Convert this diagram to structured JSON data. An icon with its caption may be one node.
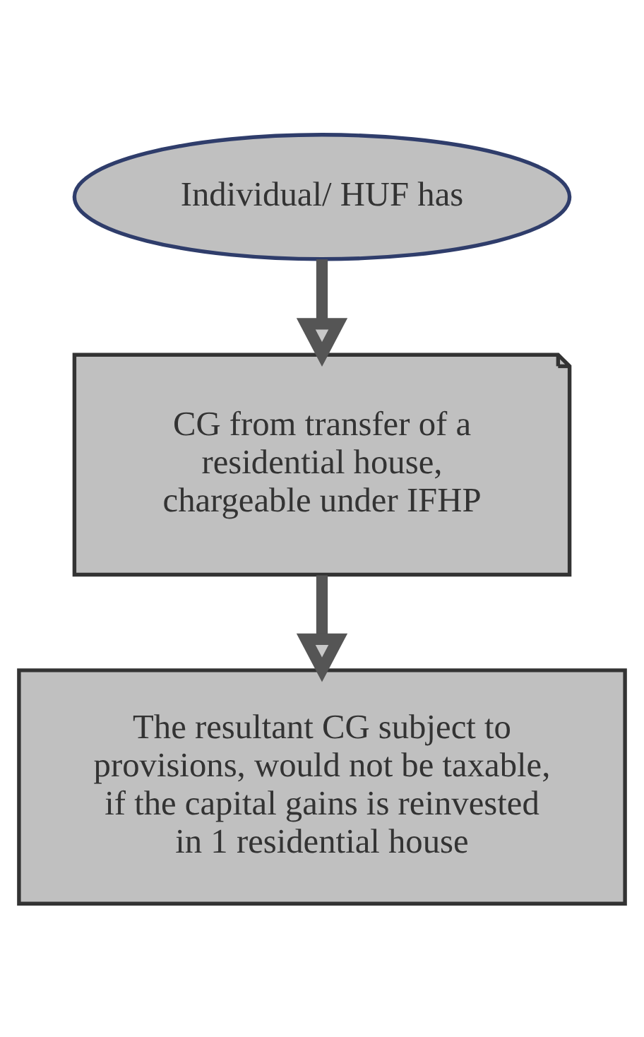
{
  "diagram": {
    "nodes": [
      {
        "text": [
          "Individual/ HUF has"
        ]
      },
      {
        "text": [
          "CG from transfer of a residential house, chargeable under IFHP"
        ]
      },
      {
        "text": [
          "The resultant CG subject to provisions, would not be taxable, if the capital gains is reinvested in 1 residential house"
        ]
      }
    ],
    "edges": [
      {
        "from": 0,
        "to": 1,
        "arrow": "to"
      },
      {
        "from": 1,
        "to": 2,
        "arrow": "to"
      }
    ]
  }
}
